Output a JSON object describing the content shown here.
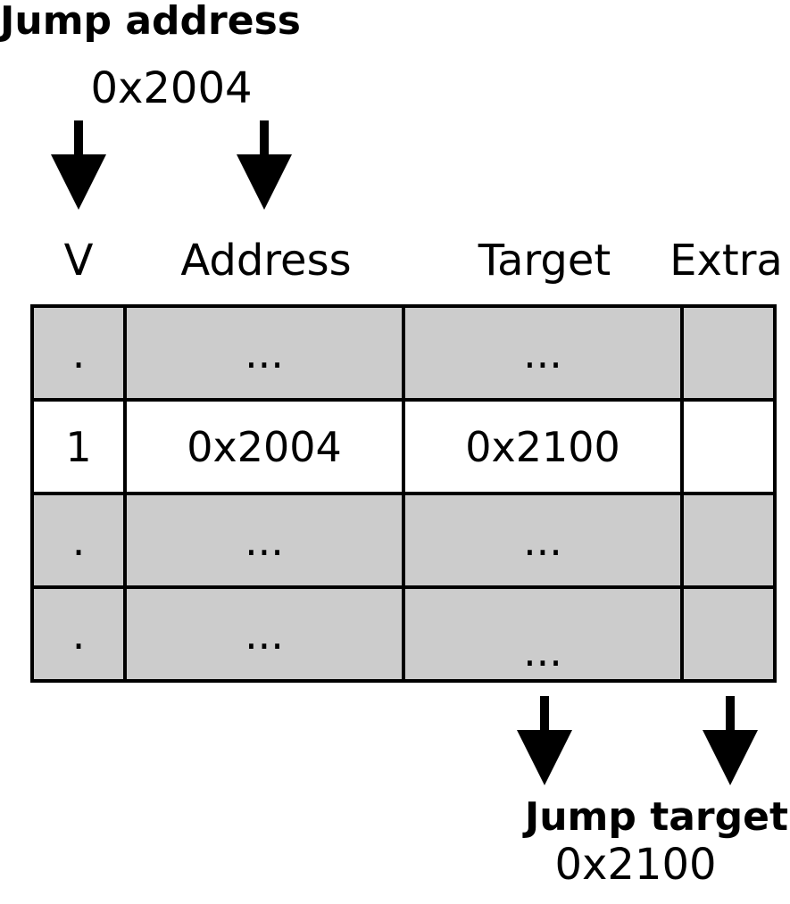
{
  "jump_address": {
    "title": "Jump address",
    "value": "0x2004"
  },
  "jump_target": {
    "title": "Jump target",
    "value": "0x2100"
  },
  "columns": {
    "v": "V",
    "address": "Address",
    "target": "Target",
    "extra": "Extra"
  },
  "rows": [
    {
      "v": ".",
      "address": "...",
      "target": "...",
      "extra": ""
    },
    {
      "v": "1",
      "address": "0x2004",
      "target": "0x2100",
      "extra": ""
    },
    {
      "v": ".",
      "address": "...",
      "target": "...",
      "extra": ""
    },
    {
      "v": ".",
      "address": "...",
      "target": "...",
      "extra": ""
    }
  ],
  "colors": {
    "shaded_row": "#cccccc",
    "highlight_row": "#ffffff",
    "line": "#000000"
  }
}
